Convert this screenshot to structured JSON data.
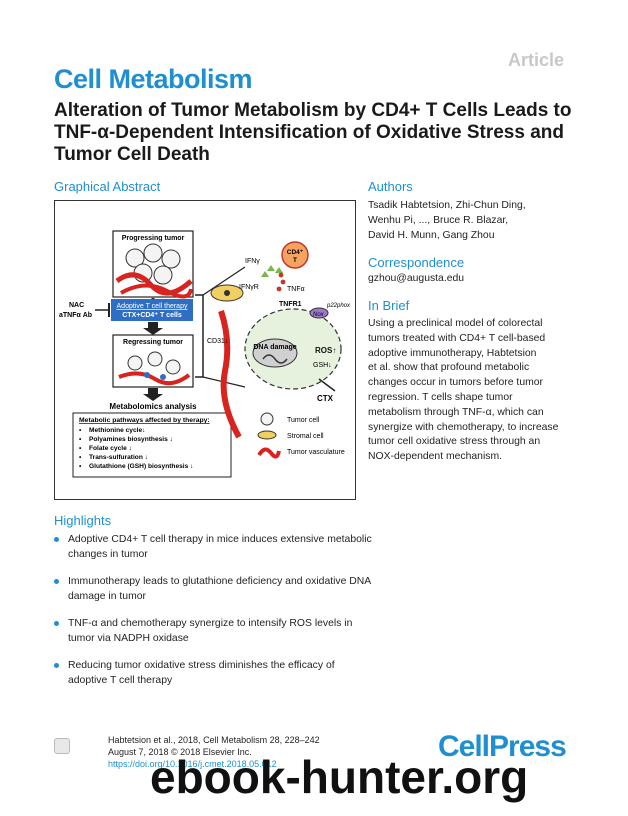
{
  "header": {
    "article_tag": "Article",
    "journal": "Cell Metabolism",
    "title": "Alteration of Tumor Metabolism by CD4+ T Cells Leads to TNF-α-Dependent Intensification of Oxidative Stress and Tumor Cell Death"
  },
  "graphical_abstract": {
    "heading": "Graphical Abstract",
    "progressing_tumor": "Progressing tumor",
    "regressing_tumor": "Regressing tumor",
    "therapy_line1": "Adoptive T cell therapy",
    "therapy_line2": "CTX+CD4⁺ T cells",
    "nac": "NAC",
    "atnf_ab": "aTNFα Ab",
    "metabolomics": "Metabolomics analysis",
    "pathways_title": "Metabolic pathways affected by therapy:",
    "pathways": [
      "Methionine cycle↓",
      "Polyamines biosynthesis ↓",
      "Folate cycle ↓",
      "Trans-sulfuration ↓",
      "Glutathione (GSH) biosynthesis ↓"
    ],
    "ifng": "IFNγ",
    "ifngr": "IFNγR",
    "cd4": "CD4⁺",
    "cd4_t": "T",
    "tnfa": "TNFα",
    "tnfr1": "TNFR1",
    "nox": "Nox",
    "p22": "p22phox",
    "cd31": "CD31↓",
    "dna_damage": "DNA damage",
    "ros": "ROS↑",
    "gsh": "GSH↓",
    "ctx": "CTX",
    "legend": [
      "Tumor cell",
      "Stromal cell",
      "Tumor vasculature"
    ]
  },
  "authors": {
    "heading": "Authors",
    "lines": [
      "Tsadik Habtetsion, Zhi-Chun Ding,",
      "Wenhu Pi, ..., Bruce R. Blazar,",
      "David H. Munn, Gang Zhou"
    ]
  },
  "correspondence": {
    "heading": "Correspondence",
    "email": "gzhou@augusta.edu"
  },
  "in_brief": {
    "heading": "In Brief",
    "lines": [
      "Using a preclinical model of colorectal",
      "tumors treated with CD4+ T cell-based",
      "adoptive immunotherapy, Habtetsion",
      "et al. show that profound metabolic",
      "changes occur in tumors before tumor",
      "regression. T cells shape tumor",
      "metabolism through TNF-α, which can",
      "synergize with chemotherapy, to increase",
      "tumor cell oxidative stress through an",
      "NOX-dependent mechanism."
    ]
  },
  "highlights": {
    "heading": "Highlights",
    "items": [
      "Adoptive CD4+ T cell therapy in mice induces extensive metabolic changes in tumor",
      "Immunotherapy leads to glutathione deficiency and oxidative DNA damage in tumor",
      "TNF-α and chemotherapy synergize to intensify ROS levels in tumor via NADPH oxidase",
      "Reducing tumor oxidative stress diminishes the efficacy of adoptive T cell therapy"
    ]
  },
  "footer": {
    "citation": "Habtetsion et al., 2018, Cell Metabolism 28, 228–242",
    "date": "August 7, 2018 © 2018 Elsevier Inc.",
    "doi": "https://doi.org/10.1016/j.cmet.2018.05.012",
    "publisher": "CellPress"
  },
  "watermark": "ebook-hunter.org",
  "colors": {
    "accent": "#1f8fd0",
    "therapy_box": "#2e6fc4",
    "vasculature": "#d8231f",
    "ros": "#c0392b"
  }
}
